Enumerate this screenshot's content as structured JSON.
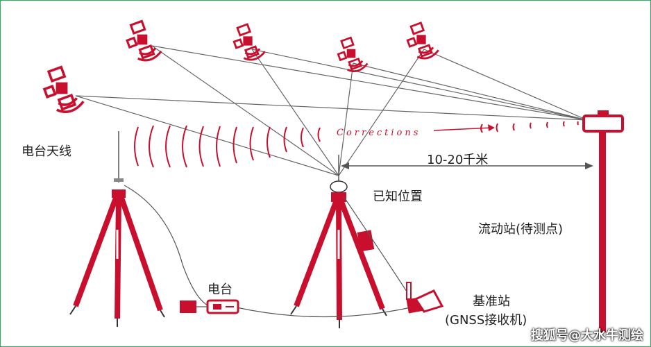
{
  "labels": {
    "radio_antenna": "电台天线",
    "known_position": "已知位置",
    "rover": "流动站(待测点)",
    "radio": "电台",
    "base_station_line1": "基准站",
    "base_station_line2": "(GNSS接收机)",
    "distance": "10-20千米",
    "corrections": "Corrections"
  },
  "watermark": "搜狐号@大水牛测绘",
  "colors": {
    "accent": "#c8102e",
    "line": "#555555",
    "border": "#2fae5a",
    "text": "#222222"
  },
  "icons": [
    "satellite-icon",
    "satellite-icon",
    "satellite-icon",
    "satellite-icon",
    "satellite-icon"
  ]
}
